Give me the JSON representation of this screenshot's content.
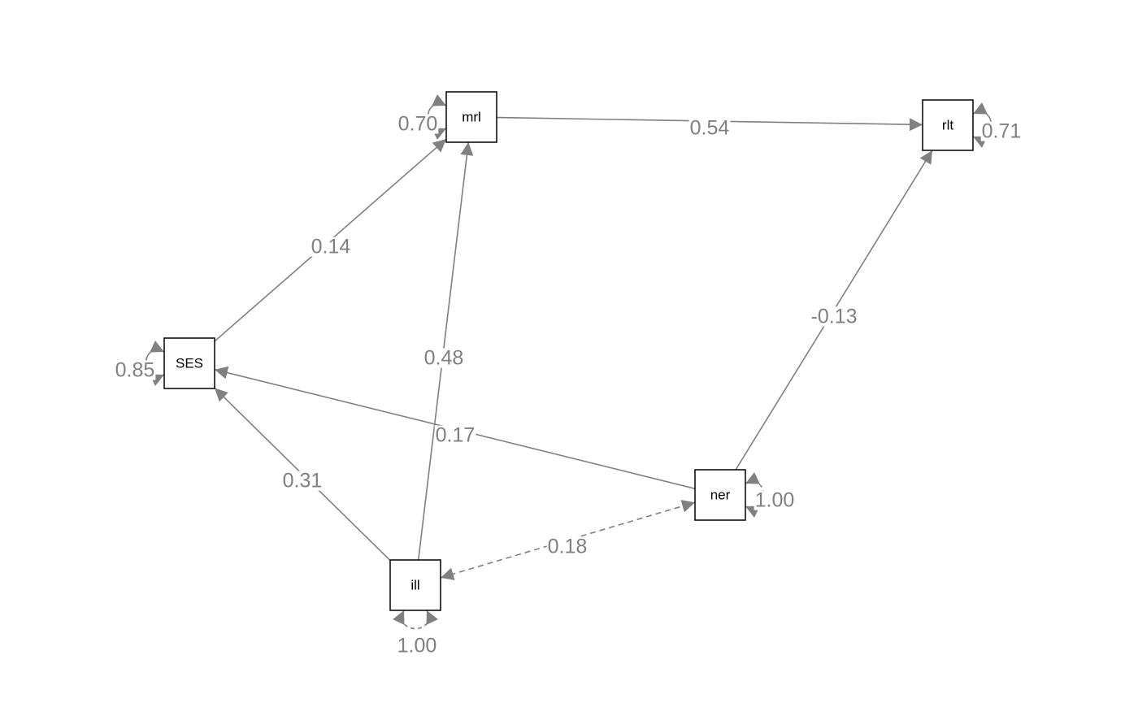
{
  "nodes": [
    {
      "id": "mrl",
      "label": "mrl"
    },
    {
      "id": "rlt",
      "label": "rlt"
    },
    {
      "id": "SES",
      "label": "SES"
    },
    {
      "id": "ner",
      "label": "ner"
    },
    {
      "id": "ill",
      "label": "ill"
    }
  ],
  "edges": [
    {
      "from": "mrl",
      "to": "rlt",
      "weight": "0.54",
      "style": "solid"
    },
    {
      "from": "SES",
      "to": "mrl",
      "weight": "0.14",
      "style": "solid"
    },
    {
      "from": "ill",
      "to": "mrl",
      "weight": "0.48",
      "style": "solid"
    },
    {
      "from": "ner",
      "to": "rlt",
      "weight": "-0.13",
      "style": "solid"
    },
    {
      "from": "ner",
      "to": "SES",
      "weight": "0.17",
      "style": "solid"
    },
    {
      "from": "ill",
      "to": "SES",
      "weight": "0.31",
      "style": "solid"
    },
    {
      "from": "ill",
      "to": "ner",
      "weight": "0.18",
      "style": "dashed",
      "bidirectional": true
    }
  ],
  "residuals": [
    {
      "node": "mrl",
      "weight": "0.70",
      "style": "solid"
    },
    {
      "node": "rlt",
      "weight": "0.71",
      "style": "solid"
    },
    {
      "node": "SES",
      "weight": "0.85",
      "style": "solid"
    },
    {
      "node": "ner",
      "weight": "1.00",
      "style": "dashed"
    },
    {
      "node": "ill",
      "weight": "1.00",
      "style": "dashed"
    }
  ],
  "colors": {
    "edge": "#808080",
    "node_border": "#000000",
    "label": "#808080"
  }
}
